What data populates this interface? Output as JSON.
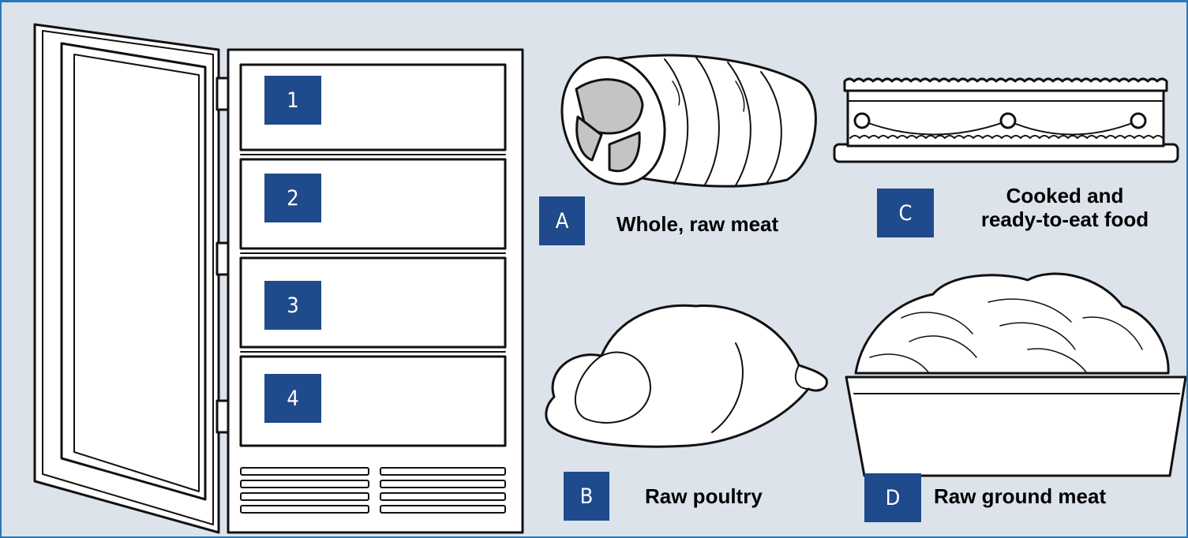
{
  "shelves": [
    {
      "label": "1"
    },
    {
      "label": "2"
    },
    {
      "label": "3"
    },
    {
      "label": "4"
    }
  ],
  "foods": {
    "a": {
      "letter": "A",
      "caption": "Whole, raw meat"
    },
    "b": {
      "letter": "B",
      "caption": "Raw poultry"
    },
    "c": {
      "letter": "C",
      "caption_line1": "Cooked and",
      "caption_line2": "ready-to-eat food"
    },
    "d": {
      "letter": "D",
      "caption": "Raw ground meat"
    }
  },
  "colors": {
    "background": "#dde3eb",
    "frame_border": "#2b78b8",
    "badge": "#1f4a8c",
    "line_art": "#111111"
  }
}
